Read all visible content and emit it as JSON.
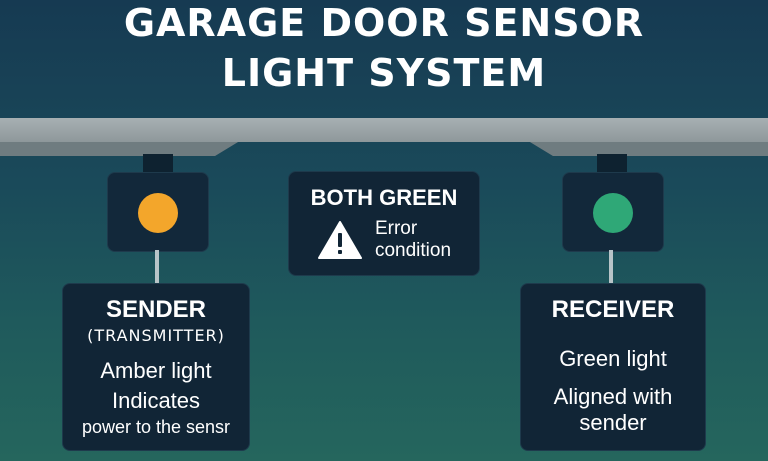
{
  "title": {
    "line1": "GARAGE DOOR SENSOR",
    "line2": "LIGHT SYSTEM"
  },
  "colors": {
    "amber": "#f3a62b",
    "green": "#2fa877"
  },
  "sender": {
    "heading": "SENDER",
    "subheading": "(TRANSMITTER)",
    "light": "Amber light",
    "desc_line1": "Indicates",
    "desc_line2": "power to the sensr"
  },
  "status": {
    "heading": "BOTH GREEN",
    "icon": "warning-icon",
    "line1": "Error",
    "line2": "condition"
  },
  "receiver": {
    "heading": "RECEIVER",
    "light": "Green light",
    "desc_line1": "Aligned with",
    "desc_line2": "sender"
  }
}
